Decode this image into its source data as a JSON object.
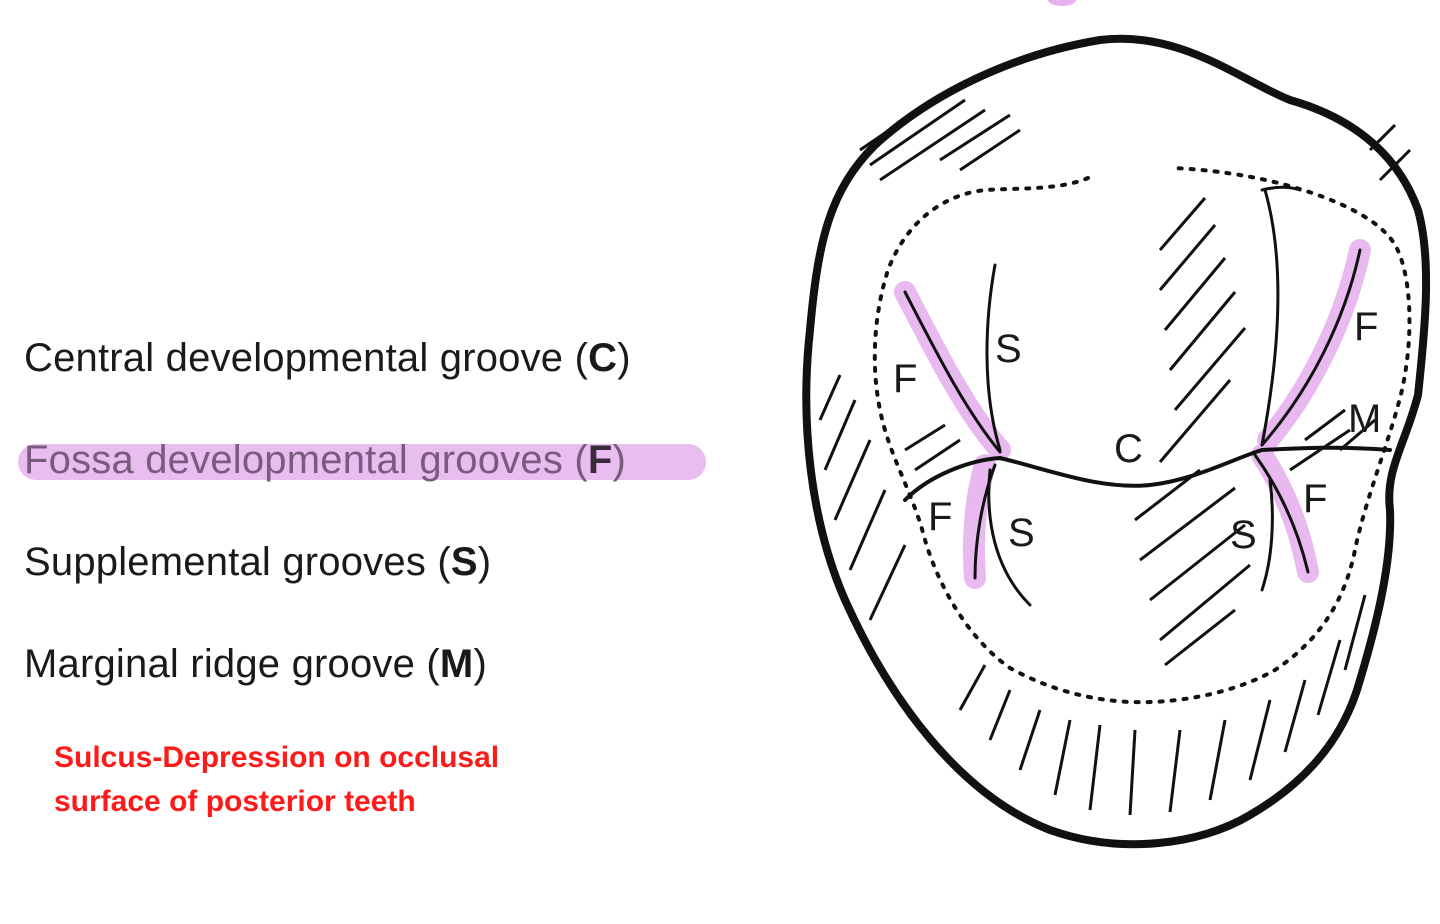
{
  "legend": {
    "items": [
      {
        "text": "Central developmental groove",
        "code": "C",
        "highlighted": false
      },
      {
        "text": "Fossa developmental grooves",
        "code": "F",
        "highlighted": true
      },
      {
        "text": "Supplemental grooves",
        "code": "S",
        "highlighted": false
      },
      {
        "text": "Marginal ridge groove",
        "code": "M",
        "highlighted": false
      }
    ],
    "highlight_color": "#e6b2ee"
  },
  "note": {
    "line1": "Sulcus-Depression on occlusal",
    "line2": "surface of posterior teeth",
    "color": "#ff1a1a"
  },
  "diagram": {
    "labels": {
      "c": "C",
      "f_left_upper": "F",
      "f_left_lower": "F",
      "f_right_upper": "F",
      "f_right_lower": "F",
      "s_left_upper": "S",
      "s_left_lower": "S",
      "s_right_lower": "S",
      "m": "M"
    }
  }
}
